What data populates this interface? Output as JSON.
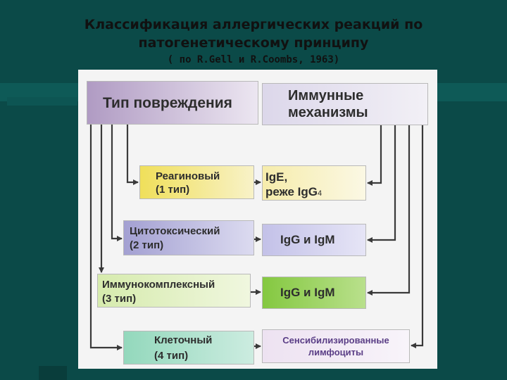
{
  "title": {
    "line1": "Классификация аллергических реакций по",
    "line2": "патогенетическому принципу",
    "subtitle": "( по R.Gell и R.Coombs, 1963)"
  },
  "diagram": {
    "header_left": "Тип повреждения",
    "header_right_line1": "Иммунные",
    "header_right_line2": "механизмы",
    "rows": [
      {
        "type_line1": "Реагиновый",
        "type_line2": "(1 тип)",
        "mech_line1": "IgE,",
        "mech_line2": "реже IgG",
        "mech_sub": "4"
      },
      {
        "type_line1": "Цитотоксический",
        "type_line2": "(2 тип)",
        "mech_line1": "IgG и IgM"
      },
      {
        "type_line1": "Иммунокомплексный",
        "type_line2": "(3 тип)",
        "mech_line1": "IgG и IgM"
      },
      {
        "type_line1": "Клеточный",
        "type_line2": "(4 тип)",
        "mech_line1": "Сенсибилизированные",
        "mech_line2": "лимфоциты"
      }
    ]
  },
  "colors": {
    "background": "#0b4a48",
    "arrow": "#3a3a3a",
    "type_damage_header": "#b9a3c9",
    "immune_header": "#d8d3e8",
    "reagin": "#f3e36b",
    "ige": "#f7f0c2",
    "cytotoxic": "#a9a7d6",
    "igg_igm_2": "#c9c7ea",
    "immunocomplex": "#d8ecb0",
    "igg_igm_3": "#8fce4d",
    "cellular": "#9fdcc4",
    "sensitized": "#f0e6f3"
  }
}
